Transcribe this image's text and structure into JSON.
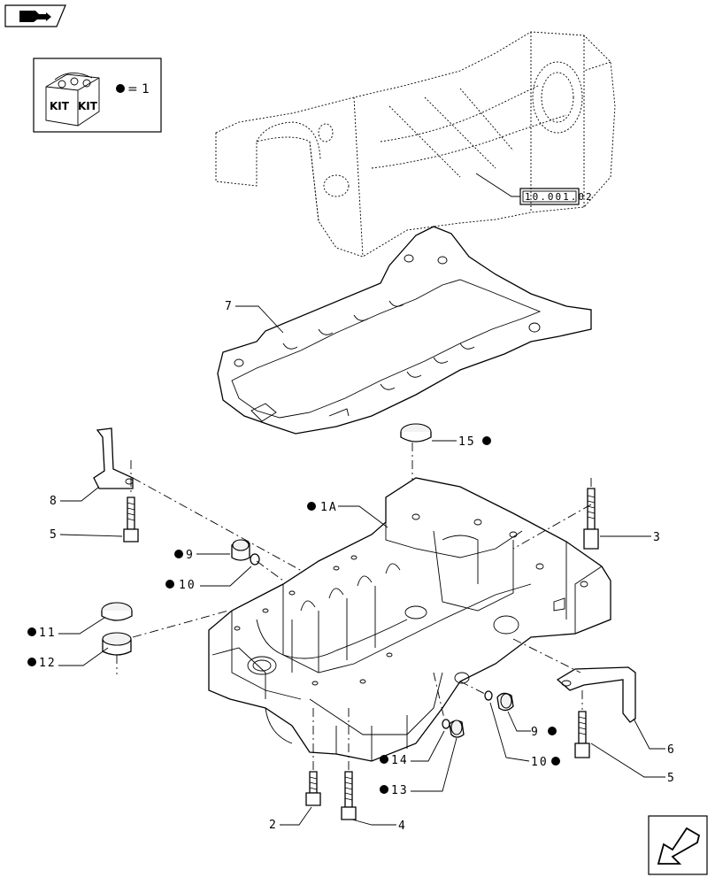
{
  "kit": {
    "label_1": "KIT",
    "label_2": "KIT",
    "quantity_text": "= 1"
  },
  "reference": {
    "code": "10.001.02"
  },
  "callouts": [
    {
      "id": "c7",
      "text": "7"
    },
    {
      "id": "c15",
      "text": "15"
    },
    {
      "id": "c8",
      "text": "8"
    },
    {
      "id": "c5a",
      "text": "5"
    },
    {
      "id": "c1a",
      "text": "1A"
    },
    {
      "id": "c3",
      "text": "3"
    },
    {
      "id": "c9a",
      "text": "9"
    },
    {
      "id": "c10a",
      "text": "10"
    },
    {
      "id": "c11",
      "text": "11"
    },
    {
      "id": "c12",
      "text": "12"
    },
    {
      "id": "c9b",
      "text": "9"
    },
    {
      "id": "c10b",
      "text": "10"
    },
    {
      "id": "c6",
      "text": "6"
    },
    {
      "id": "c5b",
      "text": "5"
    },
    {
      "id": "c14",
      "text": "14"
    },
    {
      "id": "c13",
      "text": "13"
    },
    {
      "id": "c2",
      "text": "2"
    },
    {
      "id": "c4",
      "text": "4"
    }
  ]
}
